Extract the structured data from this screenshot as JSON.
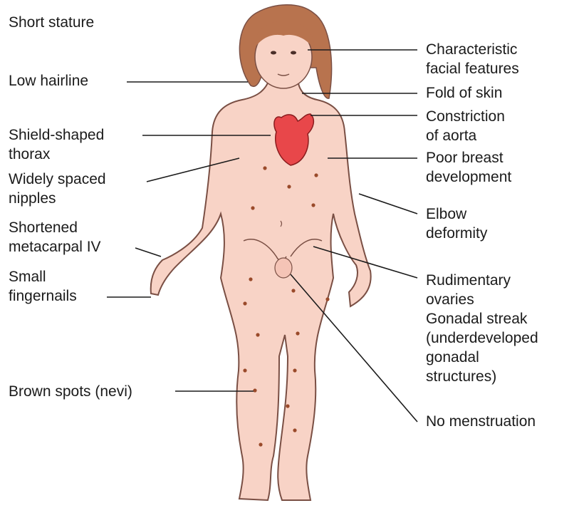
{
  "labels_left": [
    {
      "id": "short-stature",
      "lines": [
        "Short stature"
      ]
    },
    {
      "id": "low-hairline",
      "lines": [
        "Low hairline"
      ]
    },
    {
      "id": "shield-shaped-thorax",
      "lines": [
        "Shield-shaped",
        "thorax"
      ]
    },
    {
      "id": "widely-spaced-nipples",
      "lines": [
        "Widely spaced",
        "nipples"
      ]
    },
    {
      "id": "shortened-metacarpal",
      "lines": [
        "Shortened",
        "metacarpal IV"
      ]
    },
    {
      "id": "small-fingernails",
      "lines": [
        "Small",
        "fingernails"
      ]
    },
    {
      "id": "brown-spots",
      "lines": [
        "Brown spots (nevi)"
      ]
    }
  ],
  "labels_right": [
    {
      "id": "facial-features",
      "lines": [
        "Characteristic",
        "facial features"
      ]
    },
    {
      "id": "fold-of-skin",
      "lines": [
        "Fold of skin"
      ]
    },
    {
      "id": "constriction-aorta",
      "lines": [
        "Constriction",
        "of aorta"
      ]
    },
    {
      "id": "poor-breast",
      "lines": [
        "Poor breast",
        "development"
      ]
    },
    {
      "id": "elbow-deformity",
      "lines": [
        "Elbow",
        "deformity"
      ]
    },
    {
      "id": "rudimentary-ovaries",
      "lines": [
        "Rudimentary",
        "ovaries",
        "Gonadal streak",
        "(underdeveloped",
        "gonadal",
        "structures)"
      ]
    },
    {
      "id": "no-menstruation",
      "lines": [
        "No menstruation"
      ]
    }
  ],
  "colors": {
    "skin": "#f8d3c6",
    "skin_outline": "#7a4f44",
    "hair": "#b8734e",
    "heart": "#e8474a",
    "nevi": "#9a4a2a",
    "leader_line": "#1b1b1b"
  }
}
